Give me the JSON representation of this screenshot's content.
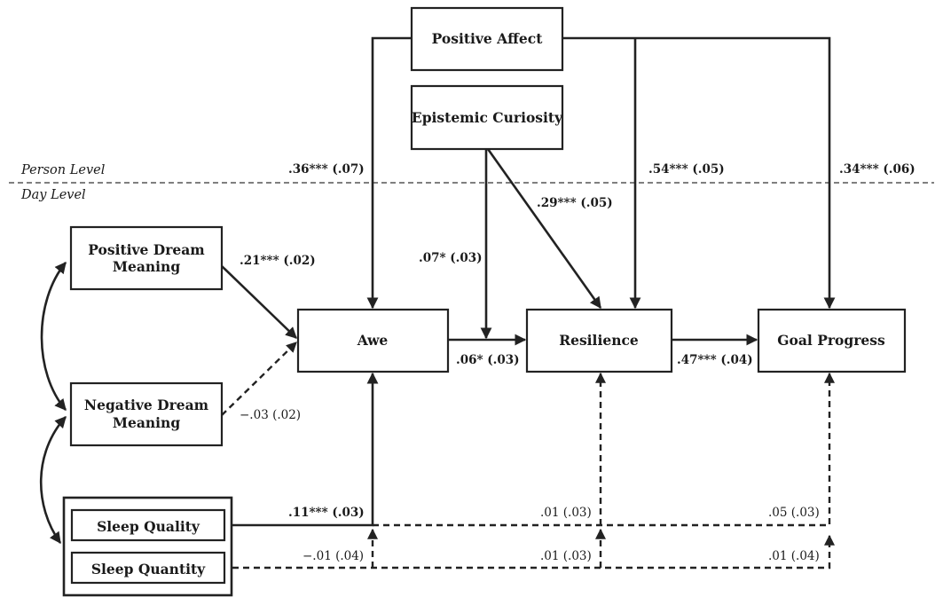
{
  "levels": {
    "person": "Person Level",
    "day": "Day Level"
  },
  "nodes": {
    "positive_affect": "Positive Affect",
    "epistemic_curiosity": "Epistemic Curiosity",
    "positive_dream_line1": "Positive Dream",
    "positive_dream_line2": "Meaning",
    "negative_dream_line1": "Negative Dream",
    "negative_dream_line2": "Meaning",
    "sleep_quality": "Sleep Quality",
    "sleep_quantity": "Sleep Quantity",
    "awe": "Awe",
    "resilience": "Resilience",
    "goal_progress": "Goal Progress"
  },
  "coefficients": {
    "pa_awe": ".36*** (.07)",
    "pa_resilience": ".54*** (.05)",
    "pa_goal": ".34*** (.06)",
    "ec_resilience": ".29*** (.05)",
    "ec_path": ".07* (.03)",
    "pdm_awe": ".21*** (.02)",
    "ndm_awe": "−.03 (.02)",
    "awe_resilience": ".06* (.03)",
    "resilience_goal": ".47*** (.04)",
    "sq_awe": ".11*** (.03)",
    "sq_resilience": ".01 (.03)",
    "sq_goal": ".05 (.03)",
    "sqty_awe": "−.01 (.04)",
    "sqty_resilience": ".01 (.03)",
    "sqty_goal": ".01 (.04)"
  }
}
